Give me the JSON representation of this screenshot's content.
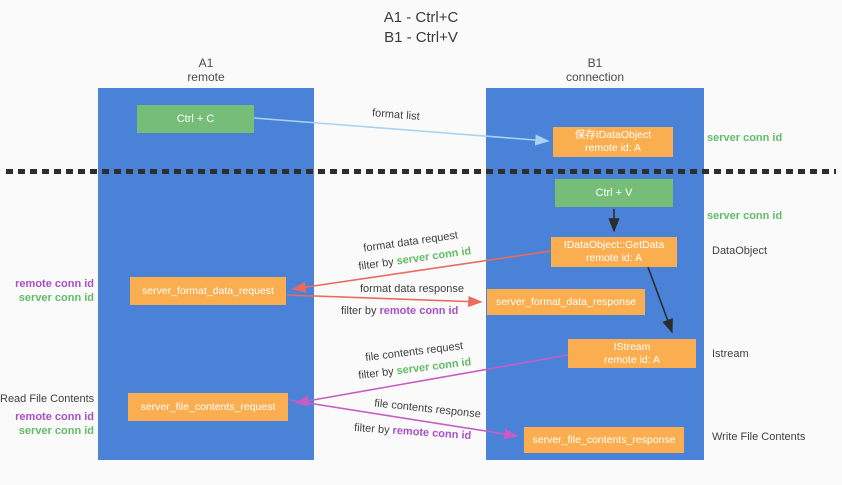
{
  "title": {
    "line1": "A1 - Ctrl+C",
    "line2": "B1 - Ctrl+V"
  },
  "lanes": {
    "left": {
      "id": "A1",
      "name": "remote"
    },
    "right": {
      "id": "B1",
      "name": "connection"
    }
  },
  "nodes": {
    "ctrl_c": "Ctrl + C",
    "save_idataobject": {
      "line1": "保存IDataObject",
      "line2": "remote id: A"
    },
    "ctrl_v": "Ctrl + V",
    "getdata": {
      "line1": "IDataObject::GetData",
      "line2": "remote id: A"
    },
    "format_request": "server_format_data_request",
    "format_response": "server_format_data_response",
    "istream": {
      "line1": "IStream",
      "line2": "remote id: A"
    },
    "file_request": "server_file_contents_request",
    "file_response": "server_file_contents_response"
  },
  "arrow_labels": {
    "format_list": "format list",
    "format_data_request": "format data request",
    "format_data_response": "format data response",
    "file_contents_request": "file contents request",
    "file_contents_response": "file contents response",
    "filter_by": "filter by",
    "server_conn_id": "server conn id",
    "remote_conn_id": "remote conn id"
  },
  "side_labels": {
    "right_server_conn_id_top": "server conn id",
    "right_server_conn_id_mid": "server conn id",
    "right_dataobject": "DataObject",
    "right_istream": "Istream",
    "right_write_file": "Write File Contents",
    "left_remote_conn_id_top": "remote conn id",
    "left_server_conn_id_top": "server conn id",
    "left_read_file": "Read File Contents",
    "left_remote_conn_id_bottom": "remote conn id",
    "left_server_conn_id_bottom": "server conn id"
  },
  "colors": {
    "bg": "#fafafa",
    "lane_blue": "#4a82d7",
    "green_box": "#76be78",
    "orange_box": "#fbae4f",
    "red_arrow": "#ea6a60",
    "magenta_arrow": "#c75cc5",
    "blue_arrow": "#a9d3f2",
    "black_arrow": "#2b2b2b",
    "green_text": "#62bc66",
    "purple_text": "#a94fc5",
    "dash": "#2e2e2e"
  }
}
